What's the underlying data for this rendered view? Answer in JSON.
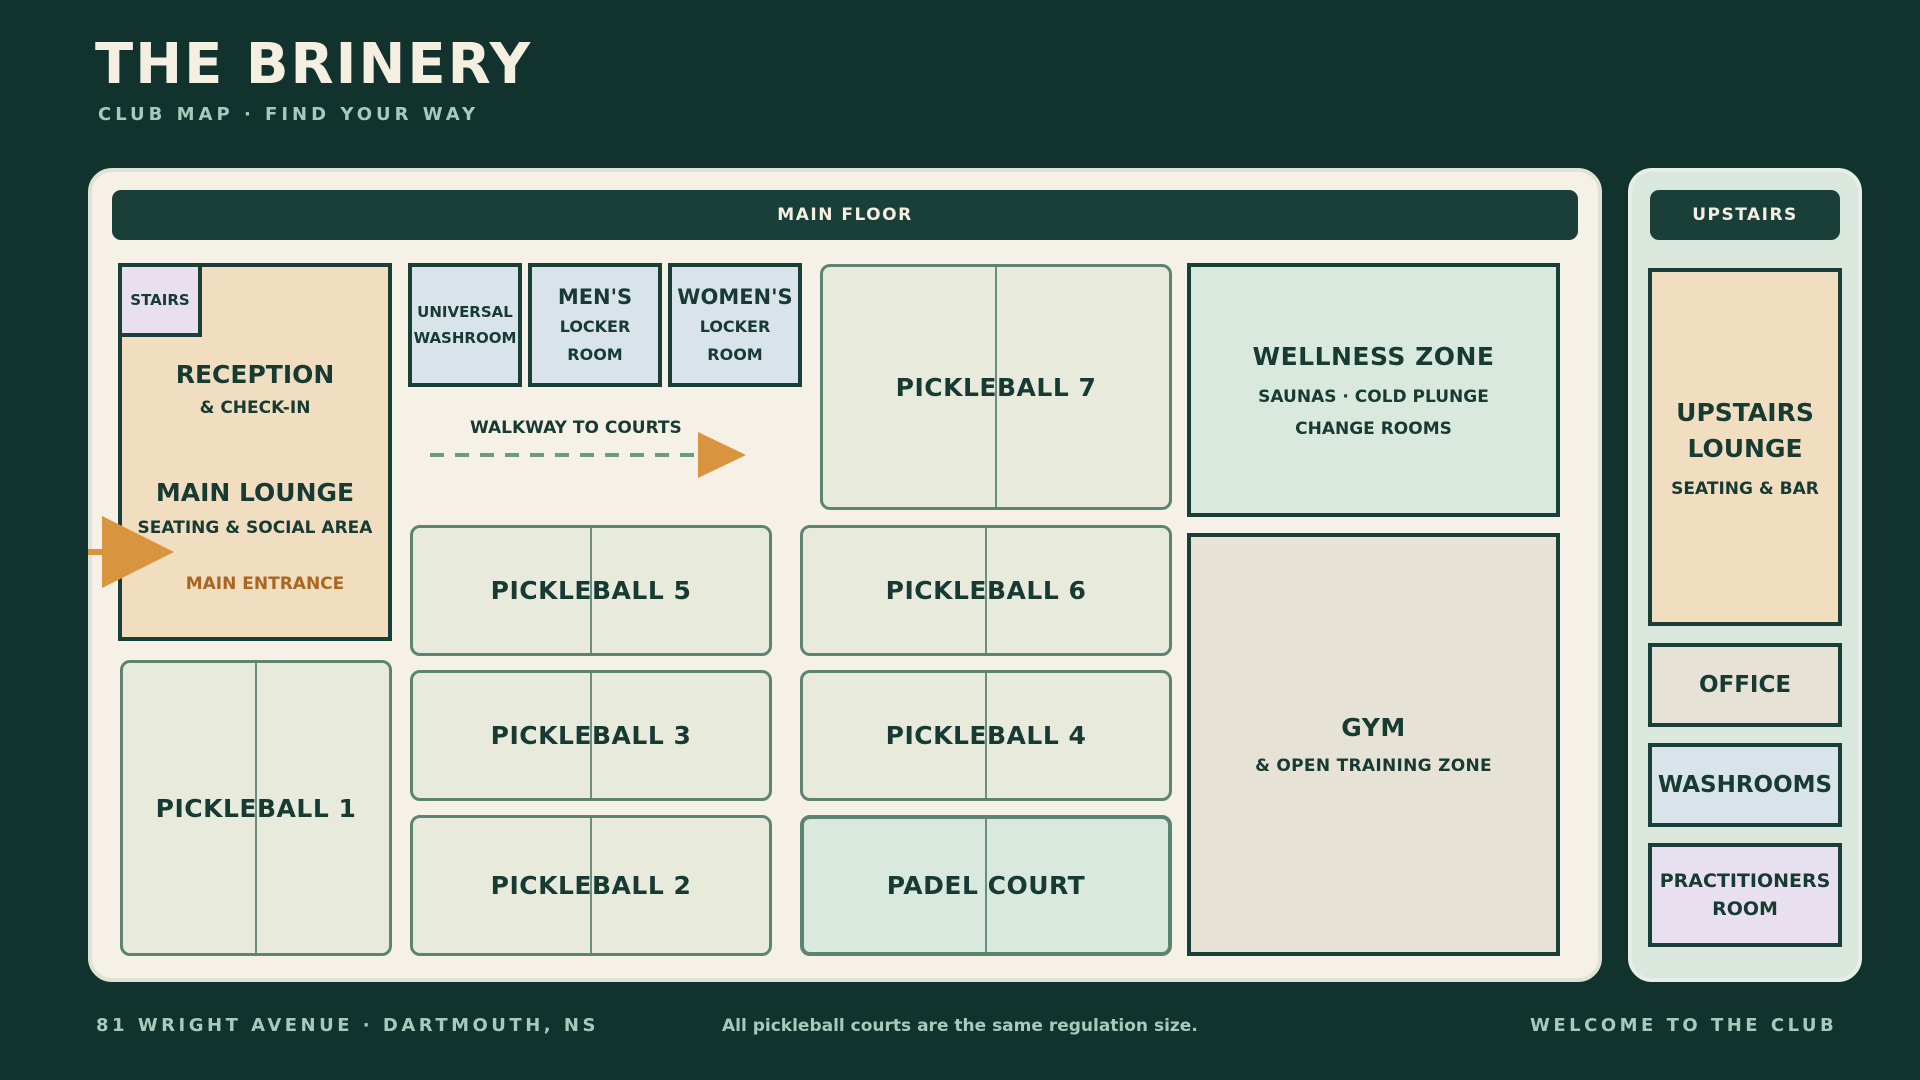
{
  "header": {
    "title": "THE BRINERY",
    "subtitle": "CLUB MAP · FIND YOUR WAY"
  },
  "main_floor": {
    "label": "MAIN FLOOR",
    "stairs": "STAIRS",
    "reception": {
      "title": "RECEPTION",
      "sub": "& CHECK-IN"
    },
    "main_lounge": {
      "title": "MAIN LOUNGE",
      "sub": "SEATING & SOCIAL AREA"
    },
    "main_entrance": "MAIN ENTRANCE",
    "universal_washroom": {
      "line1": "UNIVERSAL",
      "line2": "WASHROOM"
    },
    "mens_locker": {
      "line1": "MEN'S",
      "line2": "LOCKER ROOM"
    },
    "womens_locker": {
      "line1": "WOMEN'S",
      "line2": "LOCKER ROOM"
    },
    "walkway": "WALKWAY TO COURTS",
    "courts": {
      "pickleball_1": "PICKLEBALL 1",
      "pickleball_2": "PICKLEBALL 2",
      "pickleball_3": "PICKLEBALL 3",
      "pickleball_4": "PICKLEBALL 4",
      "pickleball_5": "PICKLEBALL 5",
      "pickleball_6": "PICKLEBALL 6",
      "pickleball_7": "PICKLEBALL 7",
      "padel": "PADEL COURT"
    },
    "wellness": {
      "title": "WELLNESS ZONE",
      "line1": "SAUNAS · COLD PLUNGE",
      "line2": "CHANGE ROOMS"
    },
    "gym": {
      "title": "GYM",
      "sub": "& OPEN TRAINING ZONE"
    }
  },
  "upstairs": {
    "label": "UPSTAIRS",
    "lounge": {
      "line1": "UPSTAIRS",
      "line2": "LOUNGE",
      "sub": "SEATING & BAR"
    },
    "office": "OFFICE",
    "washrooms": "WASHROOMS",
    "practitioners": {
      "line1": "PRACTITIONERS",
      "line2": "ROOM"
    }
  },
  "footer": {
    "address": "81 WRIGHT AVENUE · DARTMOUTH, NS",
    "note": "All pickleball courts are the same regulation size.",
    "welcome": "WELCOME TO THE CLUB"
  },
  "colors": {
    "background": "#11322d",
    "reception": "#f1dec0",
    "lockers": "#d8e3ea",
    "stairs": "#e9e0ef",
    "court": "#e8eadc",
    "wellness": "#d9e9de",
    "gym": "#e7e2d6",
    "accent": "#d9943f"
  }
}
